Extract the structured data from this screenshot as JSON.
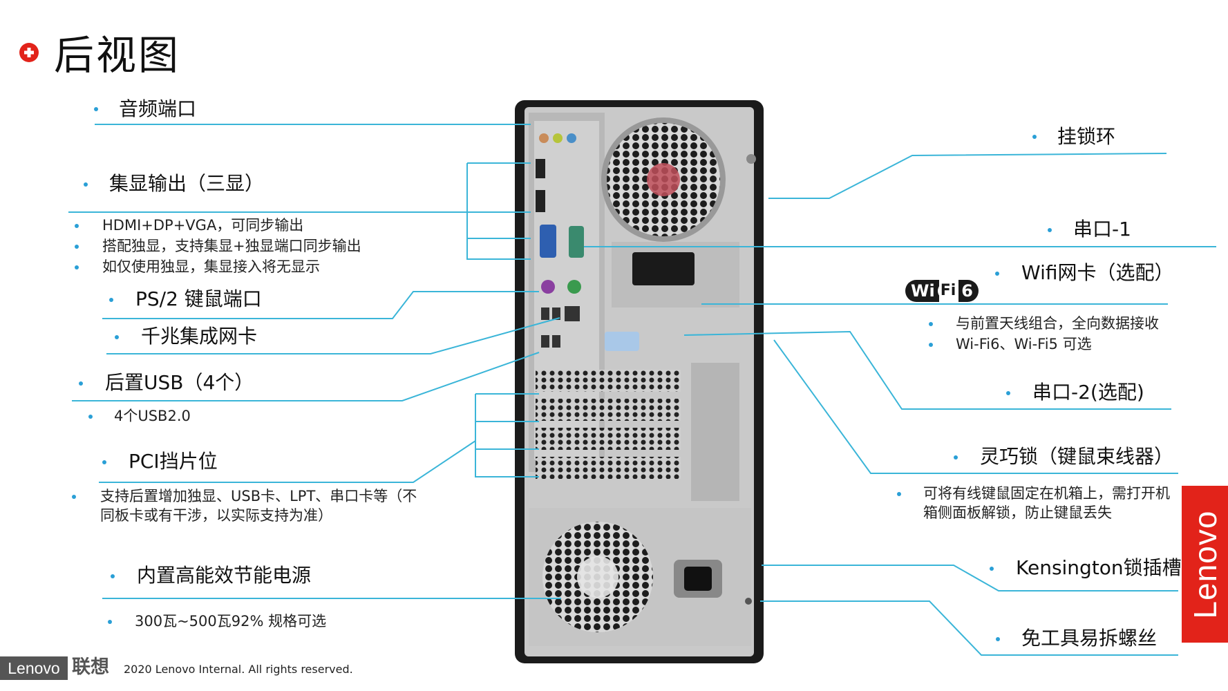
{
  "title": "后视图",
  "left_labels": {
    "audio_port": "音频端口",
    "igpu_output": "集显输出（三显）",
    "igpu_bullets": [
      "HDMI+DP+VGA，可同步输出",
      "搭配独显，支持集显+独显端口同步输出",
      "如仅使用独显，集显接入将无显示"
    ],
    "ps2": "PS/2 键鼠端口",
    "gigabit_nic": "千兆集成网卡",
    "rear_usb": "后置USB（4个）",
    "rear_usb_bullet": "4个USB2.0",
    "pci_slots": "PCI挡片位",
    "pci_bullet": "支持后置增加独显、USB卡、LPT、串口卡等（不同板卡或有干涉，以实际支持为准）",
    "psu": "内置高能效节能电源",
    "psu_bullet": "300瓦~500瓦92% 规格可选"
  },
  "right_labels": {
    "padlock_ring": "挂锁环",
    "serial1": "串口-1",
    "wifi_card": "Wifi网卡（选配）",
    "wifi_bullets": [
      "与前置天线组合，全向数据接收",
      "Wi-Fi6、Wi-Fi5 可选"
    ],
    "serial2": "串口-2(选配)",
    "cable_lock": "灵巧锁（键鼠束线器）",
    "cable_lock_bullet": "可将有线键鼠固定在机箱上，需打开机箱侧面板解锁，防止键鼠丢失",
    "kensington": "Kensington锁插槽",
    "tool_free_screws": "免工具易拆螺丝"
  },
  "wifi_logo": {
    "main": "Wi",
    "fi": "Fi",
    "six": "6"
  },
  "footer": {
    "logo": "Lenovo",
    "brand_cn": "联想",
    "copyright": "2020 Lenovo Internal. All rights reserved."
  },
  "side_brand": "Lenovo",
  "colors": {
    "accent_line": "#3ab5d8",
    "brand_red": "#e2231a",
    "bullet": "#2a9fd6"
  }
}
